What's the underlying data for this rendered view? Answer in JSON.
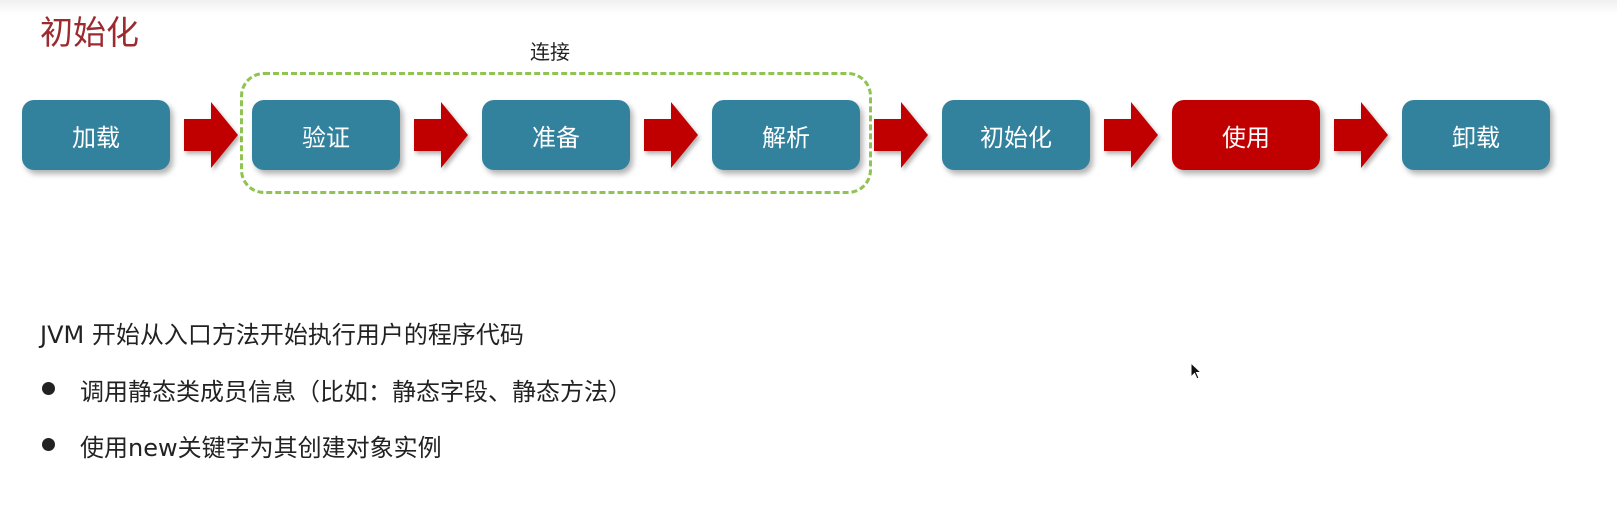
{
  "title": "初始化",
  "group_label": "连接",
  "stages": [
    {
      "label": "加载",
      "active": false
    },
    {
      "label": "验证",
      "active": false
    },
    {
      "label": "准备",
      "active": false
    },
    {
      "label": "解析",
      "active": false
    },
    {
      "label": "初始化",
      "active": false
    },
    {
      "label": "使用",
      "active": true
    },
    {
      "label": "卸载",
      "active": false
    }
  ],
  "description": "JVM 开始从入口方法开始执行用户的程序代码",
  "bullets": [
    "调用静态类成员信息（比如：静态字段、静态方法）",
    "使用new关键字为其创建对象实例"
  ],
  "colors": {
    "stage": "#32829e",
    "active": "#c00000",
    "arrow": "#c00000",
    "group_border": "#8fc352",
    "title": "#9b2b2e"
  }
}
